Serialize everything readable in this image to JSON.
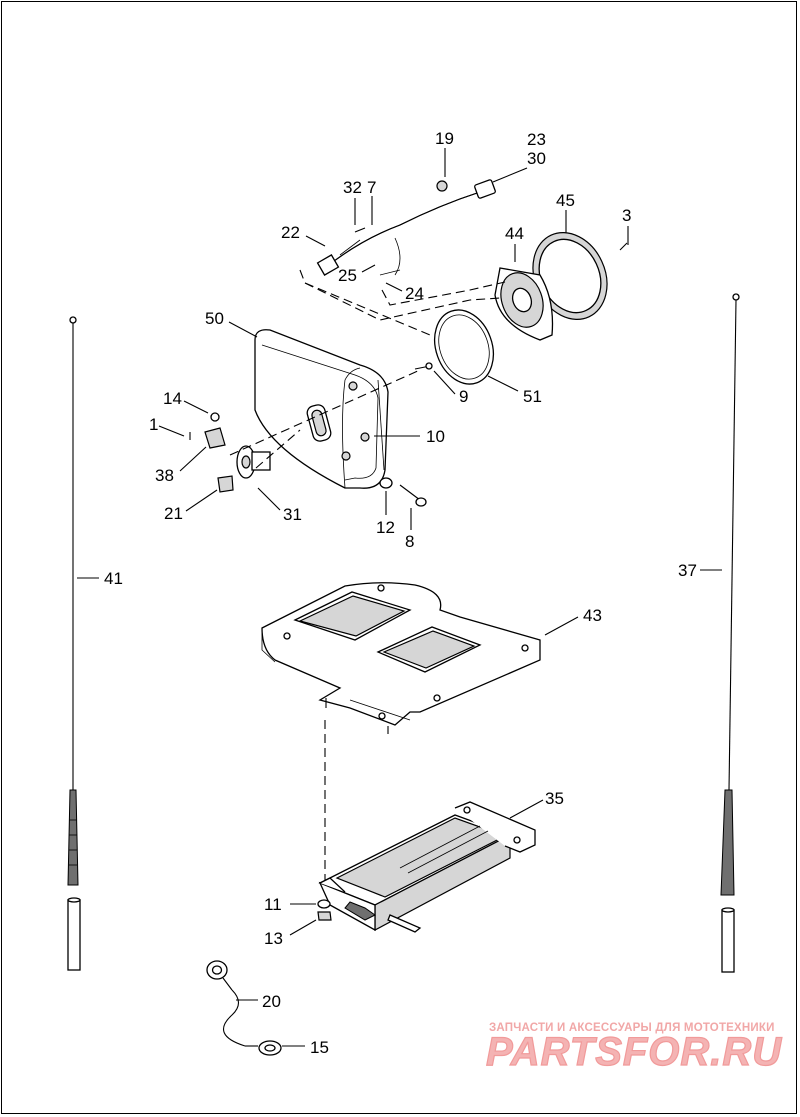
{
  "callouts": [
    {
      "id": "c19",
      "text": "19"
    },
    {
      "id": "c23",
      "text": "23"
    },
    {
      "id": "c30",
      "text": "30"
    },
    {
      "id": "c32",
      "text": "32"
    },
    {
      "id": "c7",
      "text": "7"
    },
    {
      "id": "c45",
      "text": "45"
    },
    {
      "id": "c3",
      "text": "3"
    },
    {
      "id": "c22",
      "text": "22"
    },
    {
      "id": "c44",
      "text": "44"
    },
    {
      "id": "c25",
      "text": "25"
    },
    {
      "id": "c24",
      "text": "24"
    },
    {
      "id": "c50",
      "text": "50"
    },
    {
      "id": "c9",
      "text": "9"
    },
    {
      "id": "c51",
      "text": "51"
    },
    {
      "id": "c14",
      "text": "14"
    },
    {
      "id": "c1",
      "text": "1"
    },
    {
      "id": "c10",
      "text": "10"
    },
    {
      "id": "c38",
      "text": "38"
    },
    {
      "id": "c21",
      "text": "21"
    },
    {
      "id": "c31",
      "text": "31"
    },
    {
      "id": "c12",
      "text": "12"
    },
    {
      "id": "c8",
      "text": "8"
    },
    {
      "id": "c41",
      "text": "41"
    },
    {
      "id": "c37",
      "text": "37"
    },
    {
      "id": "c43",
      "text": "43"
    },
    {
      "id": "c35",
      "text": "35"
    },
    {
      "id": "c11",
      "text": "11"
    },
    {
      "id": "c13",
      "text": "13"
    },
    {
      "id": "c20",
      "text": "20"
    },
    {
      "id": "c15",
      "text": "15"
    }
  ],
  "watermark": {
    "caption": "ЗАПЧАСТИ И АКСЕССУАРЫ ДЛЯ МОТОТЕХНИКИ",
    "logo": "PARTSFOR.RU",
    "color": "#f1a7a7"
  }
}
